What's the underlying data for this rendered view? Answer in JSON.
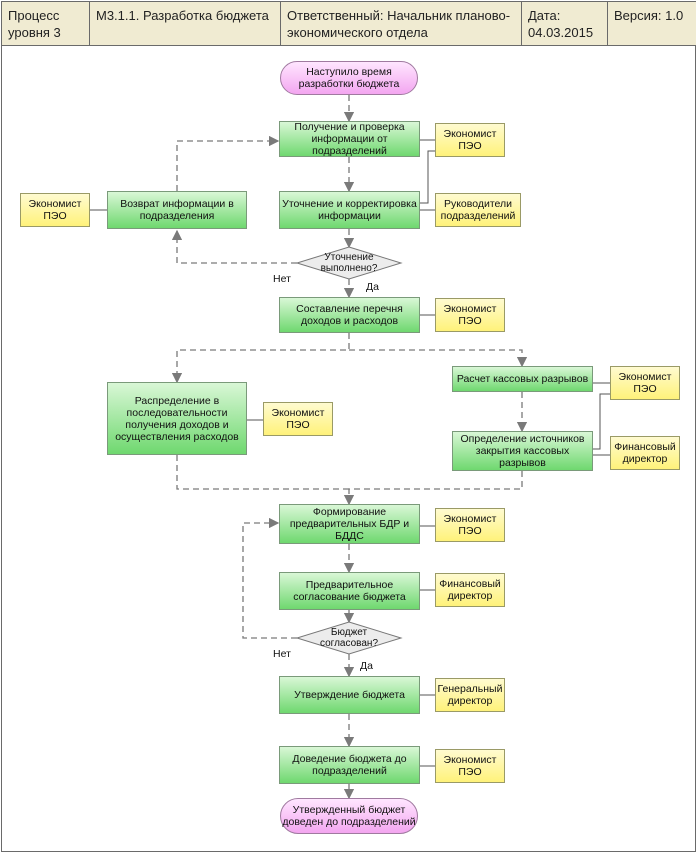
{
  "header": {
    "level": "Процесс уровня 3",
    "process": "М3.1.1.  Разработка бюджета",
    "responsible": "Ответственный: Начальник планово-экономического отдела",
    "date": "Дата: 04.03.2015",
    "version": "Версия: 1.0"
  },
  "nodes": {
    "start": "Наступило время разработки бюджета",
    "receive": "Получение и проверка информации от подразделений",
    "return_info": "Возврат информации в подразделения",
    "clarify": "Уточнение и корректировка информации",
    "decision1": "Уточнение выполнено?",
    "compose": "Составление перечня доходов и расходов",
    "distribute": "Распределение в последовательности получения доходов и осуществления расходов",
    "cash_gaps": "Расчет кассовых разрывов",
    "sources": "Определение источников закрытия кассовых разрывов",
    "form": "Формирование предварительных БДР и БДДС",
    "prelim": "Предварительное согласование бюджета",
    "decision2": "Бюджет согласован?",
    "approve": "Утверждение бюджета",
    "communicate": "Доведение бюджета до подразделений",
    "end": "Утвержденный бюджет доведен до подразделений"
  },
  "roles": {
    "r_receive": "Экономист ПЭО",
    "r_return": "Экономист ПЭО",
    "r_clarify": "Руководители подразделений",
    "r_compose": "Экономист ПЭО",
    "r_distribute": "Экономист ПЭО",
    "r_cash": "Экономист ПЭО",
    "r_sources": "Финансовый директор",
    "r_form": "Экономист ПЭО",
    "r_prelim": "Финансовый директор",
    "r_approve": "Генеральный директор",
    "r_communicate": "Экономист ПЭО"
  },
  "labels": {
    "no1": "Нет",
    "yes1": "Да",
    "no2": "Нет",
    "yes2": "Да"
  },
  "colors": {
    "process": "#6fd86f",
    "role": "#fff27a",
    "terminal": "#f3a6f0",
    "header": "#f0ebd2",
    "connector": "#7a7a7a"
  }
}
